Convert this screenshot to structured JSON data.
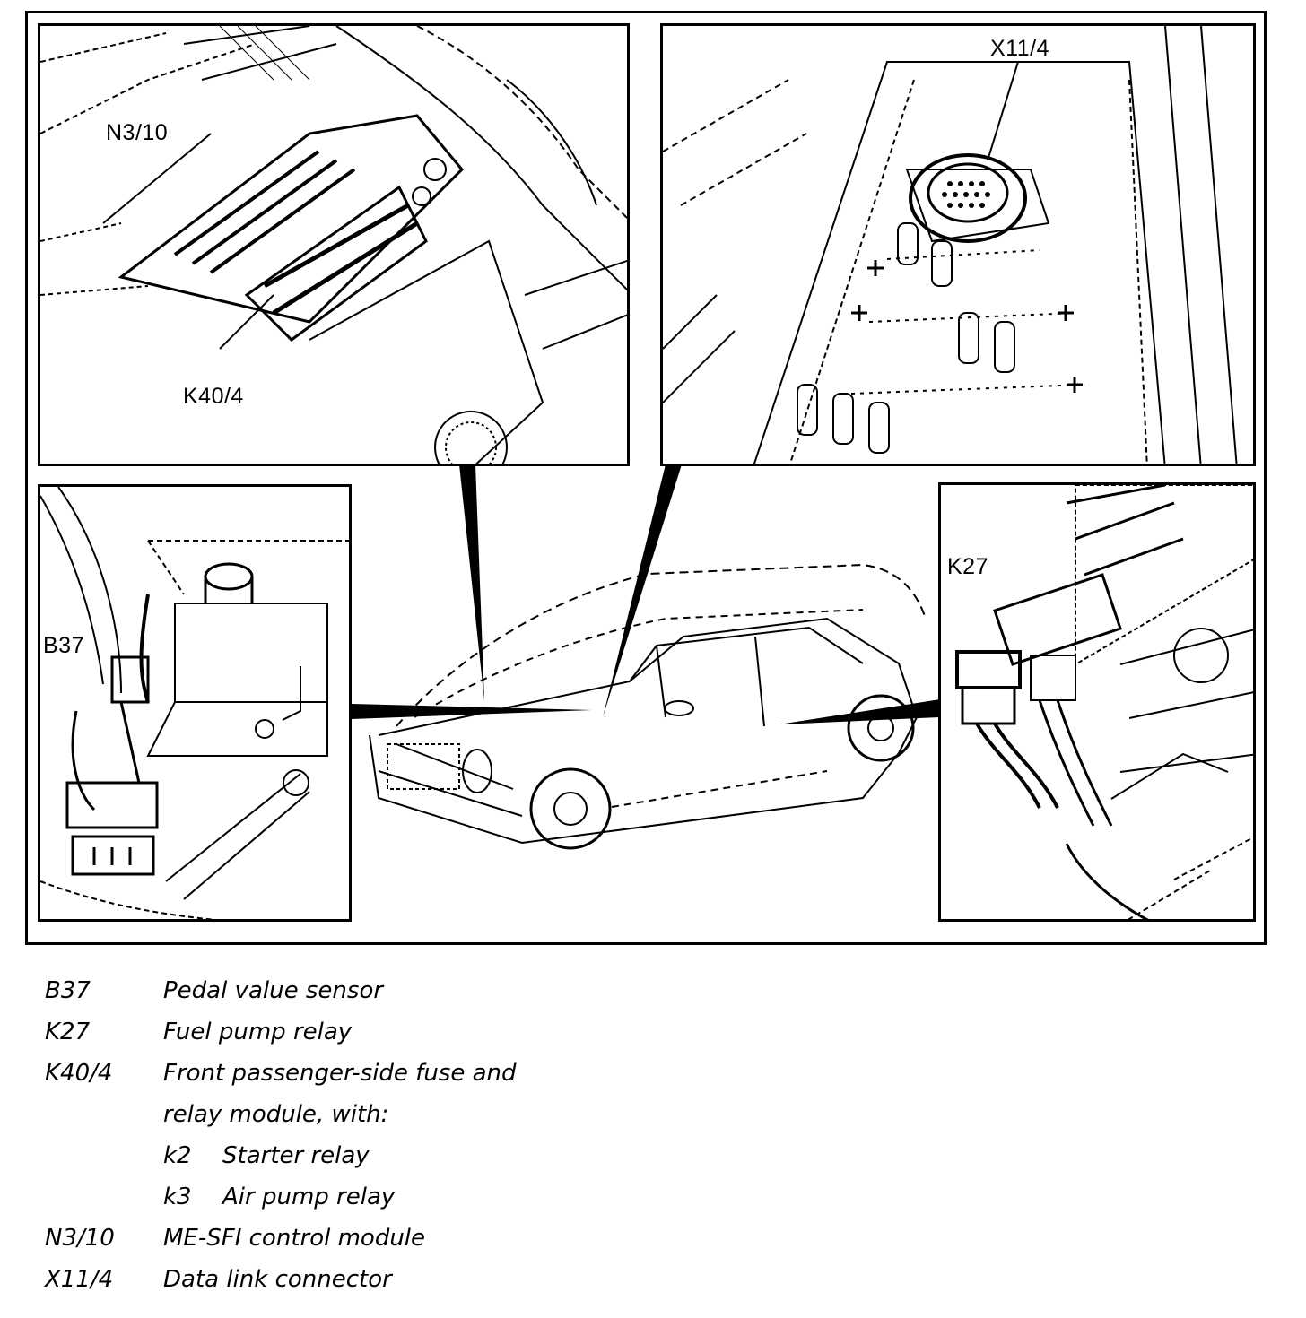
{
  "callouts": {
    "n3_10": "N3/10",
    "k40_4": "K40/4",
    "x11_4": "X11/4",
    "b37": "B37",
    "k27": "K27"
  },
  "legend": [
    {
      "code": "B37",
      "desc": "Pedal value sensor"
    },
    {
      "code": "K27",
      "desc": "Fuel pump relay"
    },
    {
      "code": "K40/4",
      "desc": "Front passenger-side fuse and"
    },
    {
      "code": "",
      "desc": "relay module, with:"
    },
    {
      "sub": "k2",
      "desc": "Starter relay"
    },
    {
      "sub": "k3",
      "desc": "Air pump relay"
    },
    {
      "code": "N3/10",
      "desc": "ME-SFI control module"
    },
    {
      "code": "X11/4",
      "desc": "Data link connector"
    }
  ]
}
